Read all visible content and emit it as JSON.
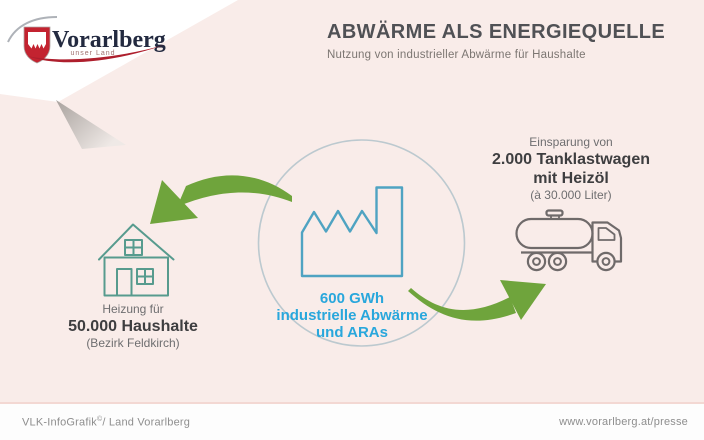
{
  "colors": {
    "background": "#f9ece9",
    "accent_blue_text": "#29a7dc",
    "factory_blue": "#4fa3c2",
    "house_teal": "#579b8e",
    "truck_gray": "#6f6a6a",
    "arrow_green": "#6fa43c",
    "circle_outline": "#bcc9cf",
    "brand_red": "#c32330"
  },
  "logo": {
    "name": "Vorarlberg",
    "tagline": "unser Land"
  },
  "header": {
    "title": "ABWÄRME ALS ENERGIEQUELLE",
    "subtitle": "Nutzung von industrieller Abwärme für Haushalte"
  },
  "diagram": {
    "center": {
      "icon": "factory-icon",
      "lines": [
        "600 GWh",
        "industrielle Abwärme",
        "und ARAs"
      ]
    },
    "households": {
      "icon": "house-icon",
      "lines": [
        "Heizung für",
        "50.000 Haushalte",
        "(Bezirk Feldkirch)"
      ]
    },
    "savings": {
      "icon": "tanker-truck-icon",
      "lines": [
        "Einsparung von",
        "2.000 Tanklastwagen",
        "mit Heizöl",
        "(à 30.000 Liter)"
      ]
    }
  },
  "footer": {
    "credit_prefix": "VLK-InfoGrafik",
    "credit_sup": "©",
    "credit_suffix": "/ Land Vorarlberg",
    "website": "www.vorarlberg.at/presse"
  }
}
